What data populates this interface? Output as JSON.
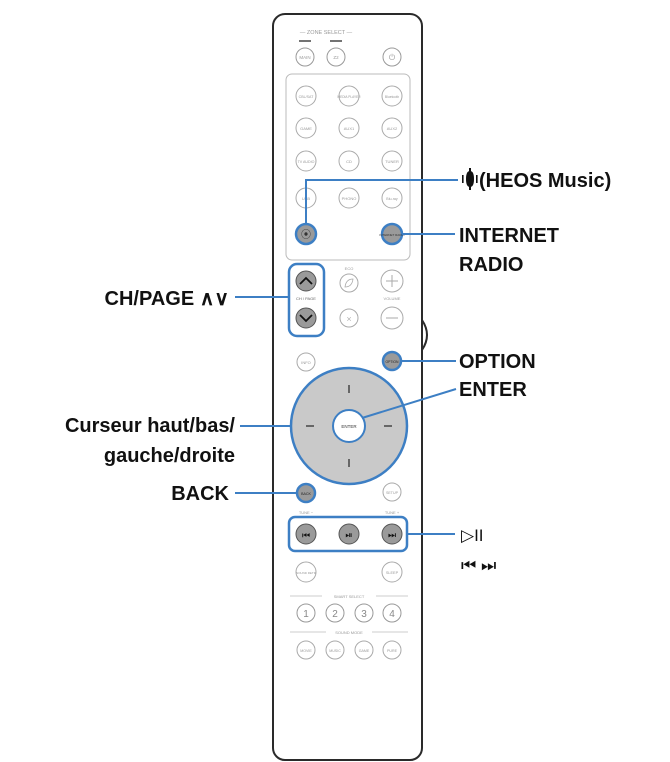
{
  "remote": {
    "zone_select": "— ZONE SELECT —",
    "zone_buttons": [
      "MAIN",
      "Z2",
      "⏻"
    ],
    "source_rows": [
      [
        "CBL/SAT",
        "MEDIA PLAYER",
        "Bluetooth"
      ],
      [
        "GAME",
        "AUX1",
        "AUX2"
      ],
      [
        "TV AUDIO",
        "CD",
        "TUNER"
      ],
      [
        "USB",
        "PHONO",
        "Blu-ray"
      ]
    ],
    "heos_button": "⦿",
    "internet_radio_button": "INTERNET RADIO",
    "ch_page_label": "CH / PAGE",
    "eco_label": "ECO",
    "volume_label": "VOLUME",
    "mute_label": "⨯",
    "info_button": "INFO",
    "option_button": "OPTION",
    "enter_label": "ENTER",
    "back_button": "BACK",
    "setup_button": "SETUP",
    "tune_minus": "TUNE −",
    "tune_plus": "TUNE +",
    "transport": [
      "⏮",
      "⏯",
      "⏭"
    ],
    "sound_retriever": "SOUND RETR",
    "sleep_button": "SLEEP",
    "smart_select": "SMART SELECT",
    "smart_buttons": [
      "1",
      "2",
      "3",
      "4"
    ],
    "sound_mode": "SOUND MODE",
    "sound_mode_buttons": [
      "MOVIE",
      "MUSIC",
      "GAME",
      "PURE"
    ]
  },
  "callouts": {
    "heos_music": "(HEOS Music)",
    "internet_radio_line1": "INTERNET",
    "internet_radio_line2": "RADIO",
    "ch_page": "CH/PAGE ∧∨",
    "option": "OPTION",
    "enter": "ENTER",
    "cursor_line1": "Curseur haut/bas/",
    "cursor_line2": "gauche/droite",
    "back": "BACK",
    "play_pause": "▷II",
    "skip": "⏮ ⏭"
  },
  "colors": {
    "highlight": "#3d7fc4",
    "button_gray": "#9a9a9a",
    "ring_gray": "#c9c9c9",
    "outline": "#2a2a2a"
  }
}
